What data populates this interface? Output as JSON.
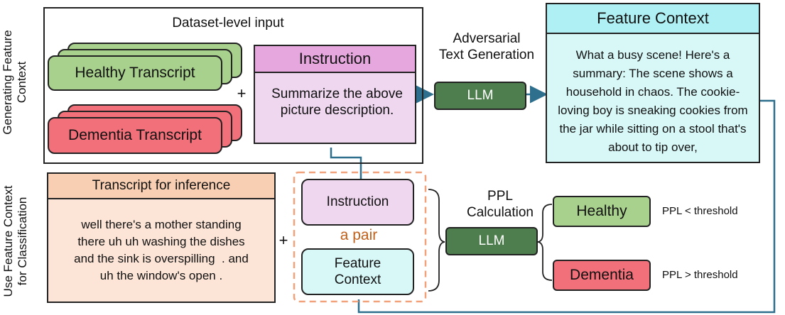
{
  "side_labels": {
    "top": [
      "Generating Feature",
      "Context"
    ],
    "bottom": [
      "Use Feature Context",
      "for Classification"
    ]
  },
  "top_panel": {
    "dataset_label": "Dataset-level input",
    "healthy": "Healthy Transcript",
    "dementia": "Dementia Transcript",
    "plus": "+",
    "instruction_header": "Instruction",
    "instruction_body": "Summarize the above picture description."
  },
  "adversarial": {
    "label_line1": "Adversarial",
    "label_line2": "Text Generation",
    "llm": "LLM"
  },
  "feature_context": {
    "title": "Feature Context",
    "body": "What a busy scene! Here's a summary: The scene shows a household in chaos. The cookie-loving boy is sneaking cookies from the jar while sitting on a stool that's about to tip over,"
  },
  "inference": {
    "header": "Transcript for inference",
    "body": "well there's a mother standing there uh uh washing the dishes and the sink is overspilling  . and uh the window's open .",
    "plus": "+"
  },
  "pair": {
    "instruction": "Instruction",
    "pair_label": "a pair",
    "feature_context": "Feature Context"
  },
  "ppl": {
    "label_line1": "PPL",
    "label_line2": "Calculation",
    "llm": "LLM",
    "healthy": "Healthy",
    "dementia": "Dementia",
    "healthy_cond": "PPL < threshold",
    "dementia_cond": "PPL > threshold"
  },
  "colors": {
    "healthy_green": "#a9d18e",
    "dementia_red": "#f2707a",
    "instruction_pink": "#e6a7de",
    "instruction_light": "#f0d7f0",
    "feature_cyan": "#aef0f4",
    "feature_light": "#d8f8f8",
    "inference_peach": "#f8cfb2",
    "inference_light": "#fce4d6",
    "llm_green": "#4e7d4e",
    "connector_blue": "#2e6f8e",
    "pair_orange": "#f1a27a",
    "pair_text": "#c0601a"
  }
}
